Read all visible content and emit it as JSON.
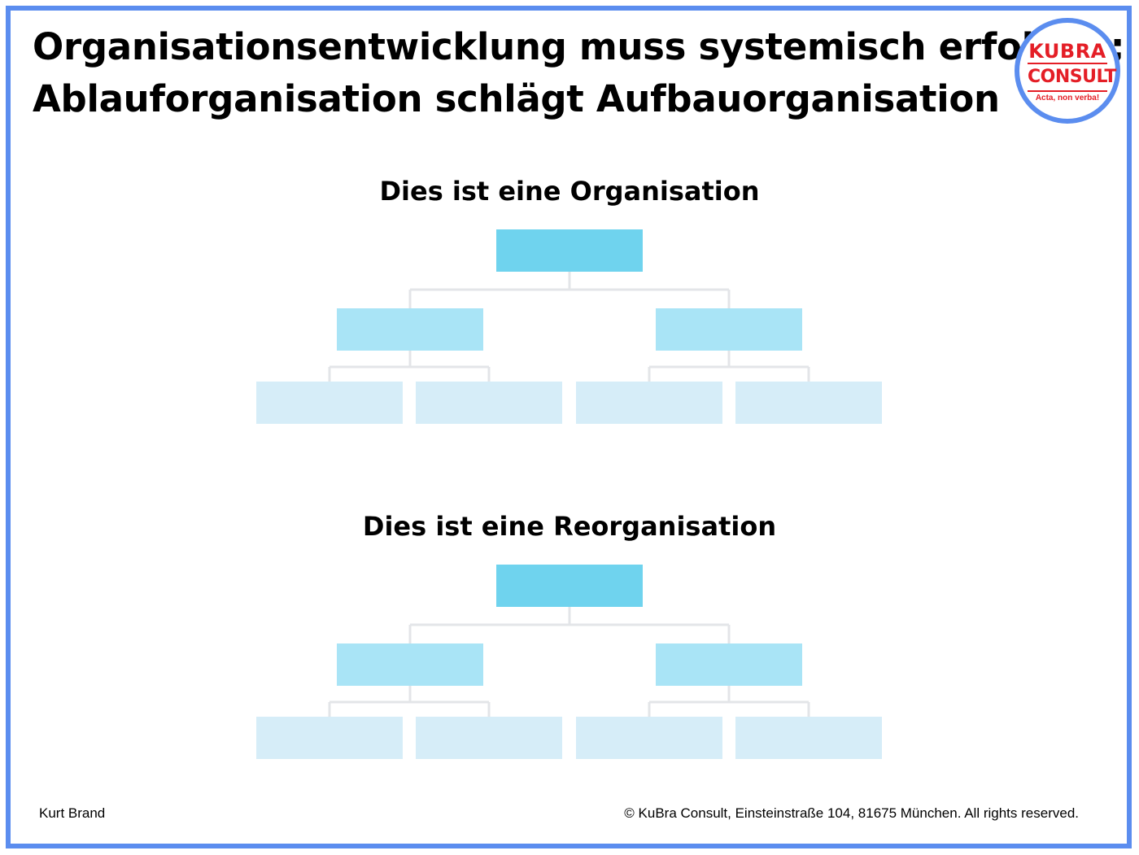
{
  "title_lines": [
    "Organisationsentwicklung muss systemisch erfolgen;",
    "Ablauforganisation schlägt Aufbauorganisation"
  ],
  "logo": {
    "line1": "KUBRA",
    "line2": "CONSULT",
    "tagline": "Acta, non verba!"
  },
  "charts": {
    "organisation": {
      "heading": "Dies ist eine Organisation"
    },
    "reorganisation": {
      "heading": "Dies ist eine Reorganisation"
    }
  },
  "footer": {
    "author": "Kurt Brand",
    "copyright": "© KuBra Consult, Einsteinstraße 104, 81675 München. All rights reserved."
  },
  "colors": {
    "frame": "#5b8def",
    "level1": "#6fd3ee",
    "level2": "#a9e4f6",
    "level3": "#d6edf8",
    "connector": "#e3e5e8",
    "logo_red": "#e41e26"
  }
}
